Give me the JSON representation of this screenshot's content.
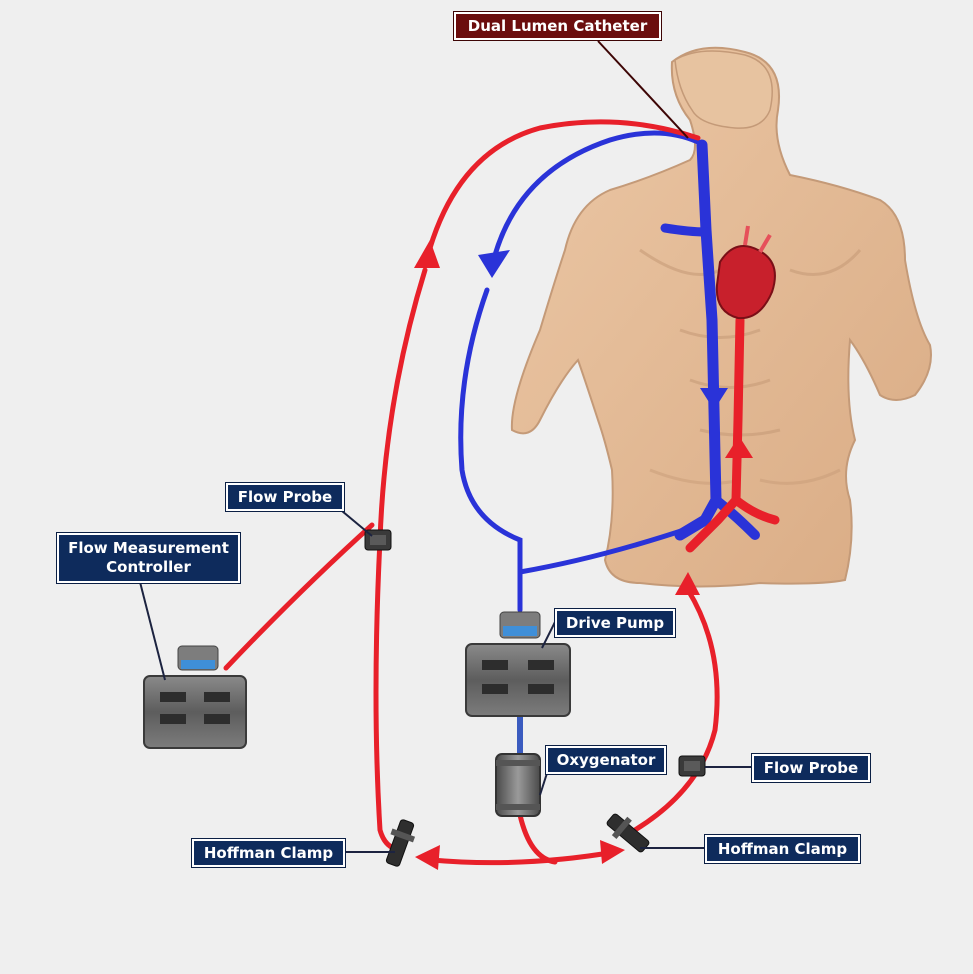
{
  "labels": {
    "dual_lumen_catheter": "Dual Lumen Catheter",
    "flow_probe_left": "Flow Probe",
    "flow_measurement_controller_line1": "Flow Measurement",
    "flow_measurement_controller_line2": "Controller",
    "drive_pump": "Drive Pump",
    "oxygenator": "Oxygenator",
    "flow_probe_right": "Flow Probe",
    "hoffman_clamp_left": "Hoffman Clamp",
    "hoffman_clamp_right": "Hoffman Clamp"
  },
  "colors": {
    "background": "#efefef",
    "label_background": "#0e2b5c",
    "catheter_label_background": "#6b0d0d",
    "oxygenated_flow": "#e8202a",
    "deoxygenated_flow": "#2a33d8",
    "skin": "#e4bd9a",
    "device_gray": "#6f6f6f",
    "pump_cap_blue": "#3f8fd8"
  },
  "icons": {
    "body": "human-torso-illustration",
    "heart": "heart-icon",
    "pump": "pump-device-icon",
    "controller": "controller-device-icon",
    "oxygenator": "oxygenator-cylinder-icon",
    "probe": "flow-probe-icon",
    "clamp": "hoffman-clamp-icon"
  }
}
